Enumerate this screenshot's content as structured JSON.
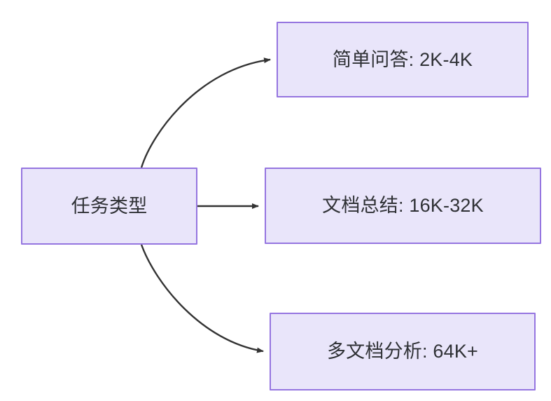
{
  "diagram": {
    "type": "flowchart",
    "direction": "left-to-right",
    "background_color": "#ffffff",
    "node_fill_color": "#e9e5fa",
    "node_border_color": "#9575e0",
    "node_text_color": "#2f3135",
    "edge_color": "#333333",
    "source": {
      "id": "source",
      "label": "任务类型"
    },
    "targets": [
      {
        "id": "target-0",
        "label": "简单问答: 2K-4K",
        "task": "简单问答",
        "context_range": "2K-4K"
      },
      {
        "id": "target-1",
        "label": "文档总结: 16K-32K",
        "task": "文档总结",
        "context_range": "16K-32K"
      },
      {
        "id": "target-2",
        "label": "多文档分析: 64K+",
        "task": "多文档分析",
        "context_range": "64K+"
      }
    ],
    "edges": [
      {
        "id": "edge-0",
        "from": "source",
        "to": "target-0",
        "style": "curved",
        "arrowhead": true,
        "label": ""
      },
      {
        "id": "edge-1",
        "from": "source",
        "to": "target-1",
        "style": "straight",
        "arrowhead": true,
        "label": ""
      },
      {
        "id": "edge-2",
        "from": "source",
        "to": "target-2",
        "style": "curved",
        "arrowhead": true,
        "label": ""
      }
    ]
  }
}
